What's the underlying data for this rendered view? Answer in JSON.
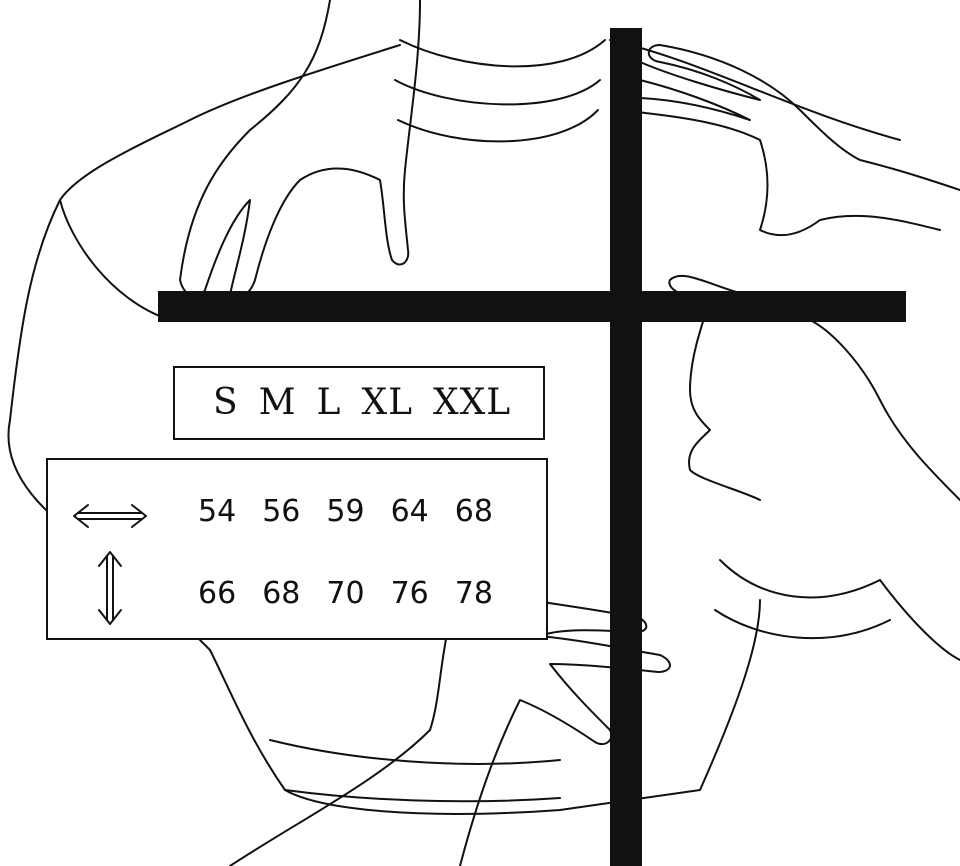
{
  "sizes": [
    "S",
    "M",
    "L",
    "XL",
    "XXL"
  ],
  "width_row": {
    "icon": "horizontal-double-arrow-icon",
    "values": [
      "54",
      "56",
      "59",
      "64",
      "68"
    ]
  },
  "length_row": {
    "icon": "vertical-double-arrow-icon",
    "values": [
      "66",
      "68",
      "70",
      "76",
      "78"
    ]
  },
  "colors": {
    "ink": "#111111",
    "paper": "#ffffff"
  }
}
